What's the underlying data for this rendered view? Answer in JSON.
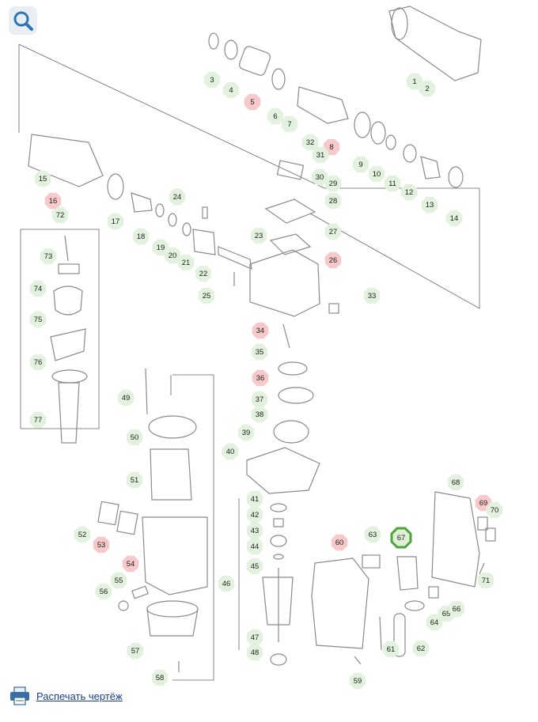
{
  "print_link": {
    "label": "Распечать чертёж"
  },
  "colors": {
    "normal": "#e3f1df",
    "highlight": "#f7c9cb",
    "selected": "#4fa33b",
    "line": "#666666",
    "part": "#8a8a8a"
  },
  "callouts": [
    {
      "num": "1",
      "state": "normal"
    },
    {
      "num": "2",
      "state": "normal"
    },
    {
      "num": "3",
      "state": "normal"
    },
    {
      "num": "4",
      "state": "normal"
    },
    {
      "num": "5",
      "state": "highlight"
    },
    {
      "num": "6",
      "state": "normal"
    },
    {
      "num": "7",
      "state": "normal"
    },
    {
      "num": "8",
      "state": "highlight"
    },
    {
      "num": "9",
      "state": "normal"
    },
    {
      "num": "10",
      "state": "normal"
    },
    {
      "num": "11",
      "state": "normal"
    },
    {
      "num": "12",
      "state": "normal"
    },
    {
      "num": "13",
      "state": "normal"
    },
    {
      "num": "14",
      "state": "normal"
    },
    {
      "num": "15",
      "state": "normal"
    },
    {
      "num": "16",
      "state": "highlight"
    },
    {
      "num": "17",
      "state": "normal"
    },
    {
      "num": "18",
      "state": "normal"
    },
    {
      "num": "19",
      "state": "normal"
    },
    {
      "num": "20",
      "state": "normal"
    },
    {
      "num": "21",
      "state": "normal"
    },
    {
      "num": "22",
      "state": "normal"
    },
    {
      "num": "23",
      "state": "normal"
    },
    {
      "num": "24",
      "state": "normal"
    },
    {
      "num": "25",
      "state": "normal"
    },
    {
      "num": "26",
      "state": "highlight"
    },
    {
      "num": "27",
      "state": "normal"
    },
    {
      "num": "28",
      "state": "normal"
    },
    {
      "num": "29",
      "state": "normal"
    },
    {
      "num": "30",
      "state": "normal"
    },
    {
      "num": "31",
      "state": "normal"
    },
    {
      "num": "32",
      "state": "normal"
    },
    {
      "num": "33",
      "state": "normal"
    },
    {
      "num": "34",
      "state": "highlight"
    },
    {
      "num": "35",
      "state": "normal"
    },
    {
      "num": "36",
      "state": "highlight"
    },
    {
      "num": "37",
      "state": "normal"
    },
    {
      "num": "38",
      "state": "normal"
    },
    {
      "num": "39",
      "state": "normal"
    },
    {
      "num": "40",
      "state": "normal"
    },
    {
      "num": "41",
      "state": "normal"
    },
    {
      "num": "42",
      "state": "normal"
    },
    {
      "num": "43",
      "state": "normal"
    },
    {
      "num": "44",
      "state": "normal"
    },
    {
      "num": "45",
      "state": "normal"
    },
    {
      "num": "46",
      "state": "normal"
    },
    {
      "num": "47",
      "state": "normal"
    },
    {
      "num": "48",
      "state": "normal"
    },
    {
      "num": "49",
      "state": "normal"
    },
    {
      "num": "50",
      "state": "normal"
    },
    {
      "num": "51",
      "state": "normal"
    },
    {
      "num": "52",
      "state": "normal"
    },
    {
      "num": "53",
      "state": "highlight"
    },
    {
      "num": "54",
      "state": "highlight"
    },
    {
      "num": "55",
      "state": "normal"
    },
    {
      "num": "56",
      "state": "normal"
    },
    {
      "num": "57",
      "state": "normal"
    },
    {
      "num": "58",
      "state": "normal"
    },
    {
      "num": "59",
      "state": "normal"
    },
    {
      "num": "60",
      "state": "highlight"
    },
    {
      "num": "61",
      "state": "normal"
    },
    {
      "num": "62",
      "state": "normal"
    },
    {
      "num": "63",
      "state": "normal"
    },
    {
      "num": "64",
      "state": "normal"
    },
    {
      "num": "65",
      "state": "normal"
    },
    {
      "num": "66",
      "state": "normal"
    },
    {
      "num": "67",
      "state": "selected"
    },
    {
      "num": "68",
      "state": "normal"
    },
    {
      "num": "69",
      "state": "highlight"
    },
    {
      "num": "70",
      "state": "normal"
    },
    {
      "num": "71",
      "state": "normal"
    },
    {
      "num": "72",
      "state": "normal"
    },
    {
      "num": "73",
      "state": "normal"
    },
    {
      "num": "74",
      "state": "normal"
    },
    {
      "num": "75",
      "state": "normal"
    },
    {
      "num": "76",
      "state": "normal"
    },
    {
      "num": "77",
      "state": "normal"
    }
  ]
}
